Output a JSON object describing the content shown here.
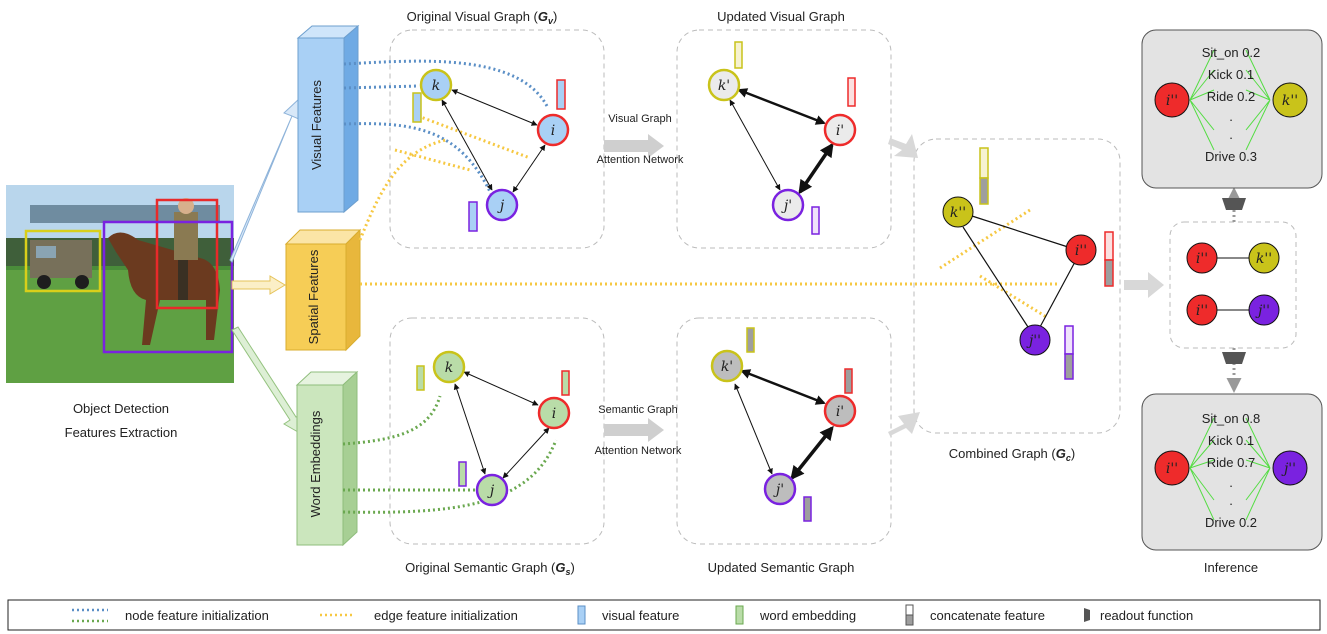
{
  "input": {
    "caption_line1": "Object Detection",
    "caption_line2": "Features Extraction"
  },
  "features": {
    "visual": "Visual Features",
    "spatial": "Spatial Features",
    "word": "Word Embeddings"
  },
  "graphs": {
    "original_visual": "Original Visual Graph (",
    "original_visual_sym": "G",
    "original_visual_sub": "v",
    "updated_visual": "Updated Visual Graph",
    "original_semantic": "Original Semantic Graph (",
    "original_semantic_sym": "G",
    "original_semantic_sub": "s",
    "updated_semantic": "Updated Semantic Graph",
    "combined": "Combined Graph (",
    "combined_sym": "G",
    "combined_sub": "c",
    "close_paren": ")"
  },
  "networks": {
    "visual_line1": "Visual Graph",
    "visual_line2": "Attention Network",
    "semantic_line1": "Semantic Graph",
    "semantic_line2": "Attention Network"
  },
  "nodes": {
    "k": "k",
    "i": "i",
    "j": "j",
    "k_p": "k'",
    "i_p": "i'",
    "j_p": "j'",
    "k_pp": "k''",
    "i_pp": "i''",
    "j_pp": "j''"
  },
  "inference": {
    "label": "Inference",
    "top": {
      "rows": [
        {
          "name": "Sit_on",
          "score": "0.2"
        },
        {
          "name": "Kick",
          "score": "0.1"
        },
        {
          "name": "Ride",
          "score": "0.2"
        },
        {
          "name": "Drive",
          "score": "0.3"
        }
      ]
    },
    "bottom": {
      "rows": [
        {
          "name": "Sit_on",
          "score": "0.8"
        },
        {
          "name": "Kick",
          "score": "0.1"
        },
        {
          "name": "Ride",
          "score": "0.7"
        },
        {
          "name": "Drive",
          "score": "0.2"
        }
      ]
    },
    "dots": "."
  },
  "legend": {
    "node_init": "node feature initialization",
    "edge_init": "edge feature initialization",
    "visual_feature": "visual feature",
    "word_embedding": "word embedding",
    "concat_feature": "concatenate feature",
    "readout": "readout function"
  },
  "colors": {
    "red": "#ee2b2b",
    "olive": "#c9c31a",
    "purple": "#7a22e0",
    "blue_feature": "#8fc3f0",
    "green_feature": "#b9dca8",
    "yellow_feature": "#f6cd56",
    "dotted_blue": "#5b8fc6",
    "dotted_green": "#6aa84f",
    "dotted_yellow": "#f6c842"
  }
}
